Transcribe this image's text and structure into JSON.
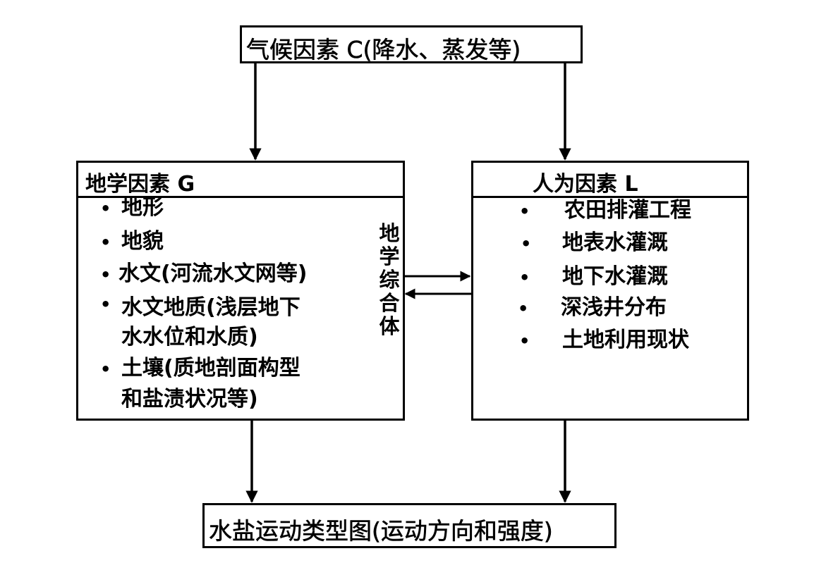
{
  "diagram": {
    "climate_box": {
      "label": "气候因素 C(降水、蒸发等)"
    },
    "geo_box": {
      "header": "地学因素 G",
      "items": [
        {
          "lines": [
            "地形"
          ]
        },
        {
          "lines": [
            "地貌"
          ]
        },
        {
          "lines": [
            "水文(河流水文网等)"
          ]
        },
        {
          "lines": [
            "水文地质(浅层地下",
            "水水位和水质)"
          ]
        },
        {
          "lines": [
            "土壤(质地剖面构型",
            "和盐渍状况等)"
          ]
        }
      ],
      "bracket_label": "地学综合体"
    },
    "human_box": {
      "header": "人为因素 L",
      "items": [
        {
          "text": "农田排灌工程"
        },
        {
          "text": "地表水灌溉"
        },
        {
          "text": "地下水灌溉"
        },
        {
          "text": "深浅井分布"
        },
        {
          "text": "土地利用现状"
        }
      ]
    },
    "result_box": {
      "label": "水盐运动类型图(运动方向和强度)"
    },
    "bullet_glyph": "•",
    "edges": [
      {
        "from": "climate_box",
        "to": "geo_box",
        "arrow": "down"
      },
      {
        "from": "climate_box",
        "to": "human_box",
        "arrow": "down"
      },
      {
        "from": "geo_box",
        "to": "human_box",
        "arrow": "right"
      },
      {
        "from": "human_box",
        "to": "geo_box",
        "arrow": "left"
      },
      {
        "from": "geo_box",
        "to": "result_box",
        "arrow": "down"
      },
      {
        "from": "human_box",
        "to": "result_box",
        "arrow": "down"
      }
    ]
  }
}
